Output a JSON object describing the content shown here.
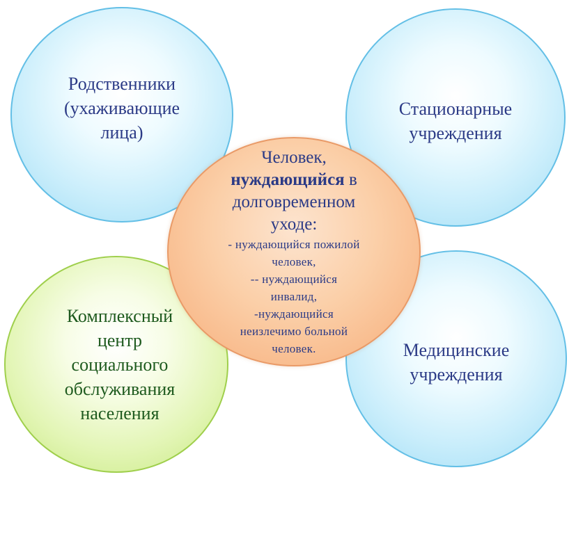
{
  "diagram": {
    "top_left": {
      "label": "Родственники\n(ухаживающие\nлица)"
    },
    "top_right": {
      "label": "Стационарные\nучреждения"
    },
    "bottom_left": {
      "label": "Комплексный\nцентр\nсоциального\nобслуживания\nнаселения"
    },
    "bottom_right": {
      "label": "Медицинские\nучреждения"
    },
    "center": {
      "line1": "Человек,",
      "line2_bold": "нуждающийся",
      "line2_rest": " в",
      "line3": "долговременном",
      "line4": "уходе:",
      "details": "- нуждающийся пожилой\nчеловек,\n-- нуждающийся\nинвалид,\n-нуждающийся\nнеизлечимо больной\nчеловек."
    },
    "colors": {
      "blue_circle": "#c8edfb",
      "green_circle": "#e2f5b4",
      "orange_circle": "#fbcfa8",
      "blue_text": "#2b3a86",
      "green_text": "#1e5a1e"
    }
  }
}
